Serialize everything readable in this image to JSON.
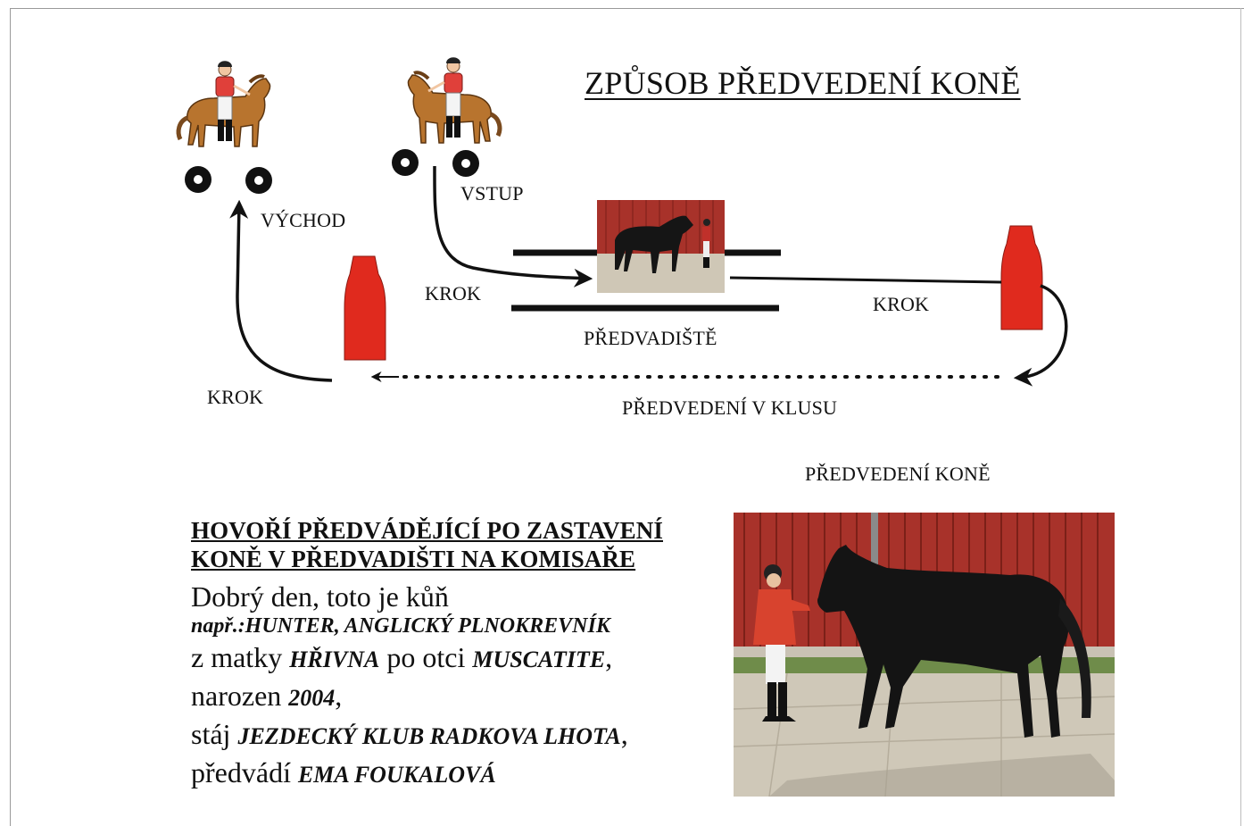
{
  "title": "ZPŮSOB PŘEDVEDENÍ KONĚ",
  "labels": {
    "exit": "VÝCHOD",
    "entry": "VSTUP",
    "walk_left_center": "KROK",
    "walk_right": "KROK",
    "walk_left_bottom": "KROK",
    "arena": "PŘEDVADIŠTĚ",
    "trot": "PŘEDVEDENÍ V KLUSU",
    "photo_caption": "PŘEDVEDENÍ KONĚ"
  },
  "speech": {
    "heading_line1": "HOVOŘÍ PŘEDVÁDĚJÍCÍ PO ZASTAVENÍ",
    "heading_line2": "KONĚ V PŘEDVADIŠTI NA KOMISAŘE",
    "greeting": "Dobrý den, toto je kůň",
    "example": "např.:HUNTER,  ANGLICKÝ PLNOKREVNÍK",
    "dam_prefix": "z matky ",
    "dam": "HŘIVNA",
    "sire_prefix": " po otci ",
    "sire": "MUSCATITE",
    "sire_suffix": ",",
    "born_prefix": "narozen ",
    "born_year": "2004",
    "born_suffix": ",",
    "stable_prefix": "stáj ",
    "stable": "JEZDECKÝ KLUB RADKOVA LHOTA",
    "stable_suffix": ",",
    "handler_prefix": "předvádí ",
    "handler": "EMA FOUKALOVÁ"
  },
  "colors": {
    "cone": "#e02a1e",
    "horse_cartoon": "#b8742e",
    "handler_shirt": "#e0403a",
    "arrow": "#111111",
    "barn_wall": "#a8322a"
  },
  "icons": [
    "horse-handler-exit-icon",
    "horse-handler-entry-icon",
    "marker-circle-icon",
    "cone-icon",
    "arrow-icon"
  ]
}
